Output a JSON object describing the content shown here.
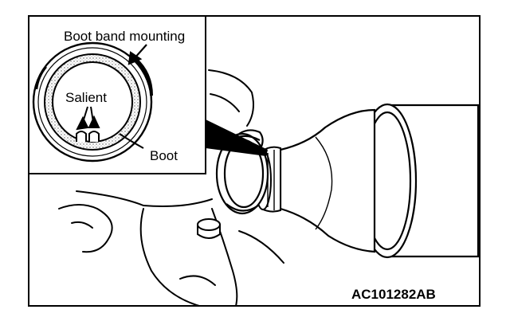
{
  "labels": {
    "boot_band_mounting": "Boot band mounting",
    "salient": "Salient",
    "boot": "Boot"
  },
  "figure_code": "AC101282AB",
  "colors": {
    "ink": "#000000",
    "paper": "#ffffff",
    "stipple": "#9a9a9a"
  }
}
